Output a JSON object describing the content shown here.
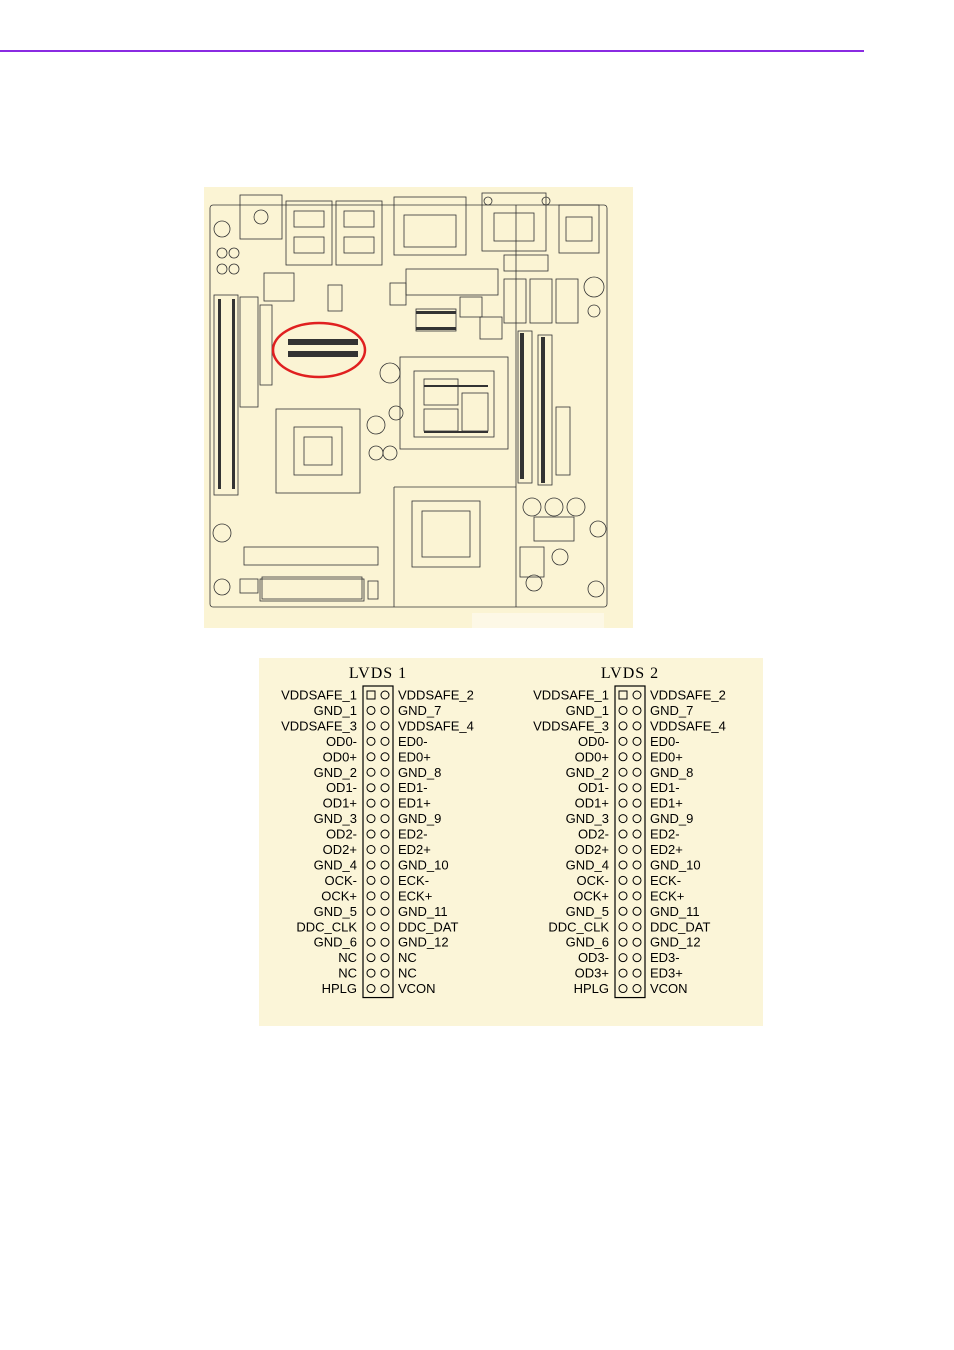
{
  "colors": {
    "rule": "#8a2be2",
    "board_bg": "#fbf4d4",
    "panel_bg": "#fbf5d8",
    "line": "#333333",
    "highlight": "#e02020"
  },
  "headers": [
    {
      "title": "LVDS 1",
      "left_pins": [
        "VDDSAFE_1",
        "GND_1",
        "VDDSAFE_3",
        "OD0-",
        "OD0+",
        "GND_2",
        "OD1-",
        "OD1+",
        "GND_3",
        "OD2-",
        "OD2+",
        "GND_4",
        "OCK-",
        "OCK+",
        "GND_5",
        "DDC_CLK",
        "GND_6",
        "NC",
        "NC",
        "HPLG"
      ],
      "right_pins": [
        "VDDSAFE_2",
        "GND_7",
        "VDDSAFE_4",
        "ED0-",
        "ED0+",
        "GND_8",
        "ED1-",
        "ED1+",
        "GND_9",
        "ED2-",
        "ED2+",
        "GND_10",
        "ECK-",
        "ECK+",
        "GND_11",
        "DDC_DAT",
        "GND_12",
        "NC",
        "NC",
        "VCON"
      ]
    },
    {
      "title": "LVDS 2",
      "left_pins": [
        "VDDSAFE_1",
        "GND_1",
        "VDDSAFE_3",
        "OD0-",
        "OD0+",
        "GND_2",
        "OD1-",
        "OD1+",
        "GND_3",
        "OD2-",
        "OD2+",
        "GND_4",
        "OCK-",
        "OCK+",
        "GND_5",
        "DDC_CLK",
        "GND_6",
        "OD3-",
        "OD3+",
        "HPLG"
      ],
      "right_pins": [
        "VDDSAFE_2",
        "GND_7",
        "VDDSAFE_4",
        "ED0-",
        "ED0+",
        "GND_8",
        "ED1-",
        "ED1+",
        "GND_9",
        "ED2-",
        "ED2+",
        "GND_10",
        "ECK-",
        "ECK+",
        "GND_11",
        "DDC_DAT",
        "GND_12",
        "ED3-",
        "ED3+",
        "VCON"
      ]
    }
  ]
}
